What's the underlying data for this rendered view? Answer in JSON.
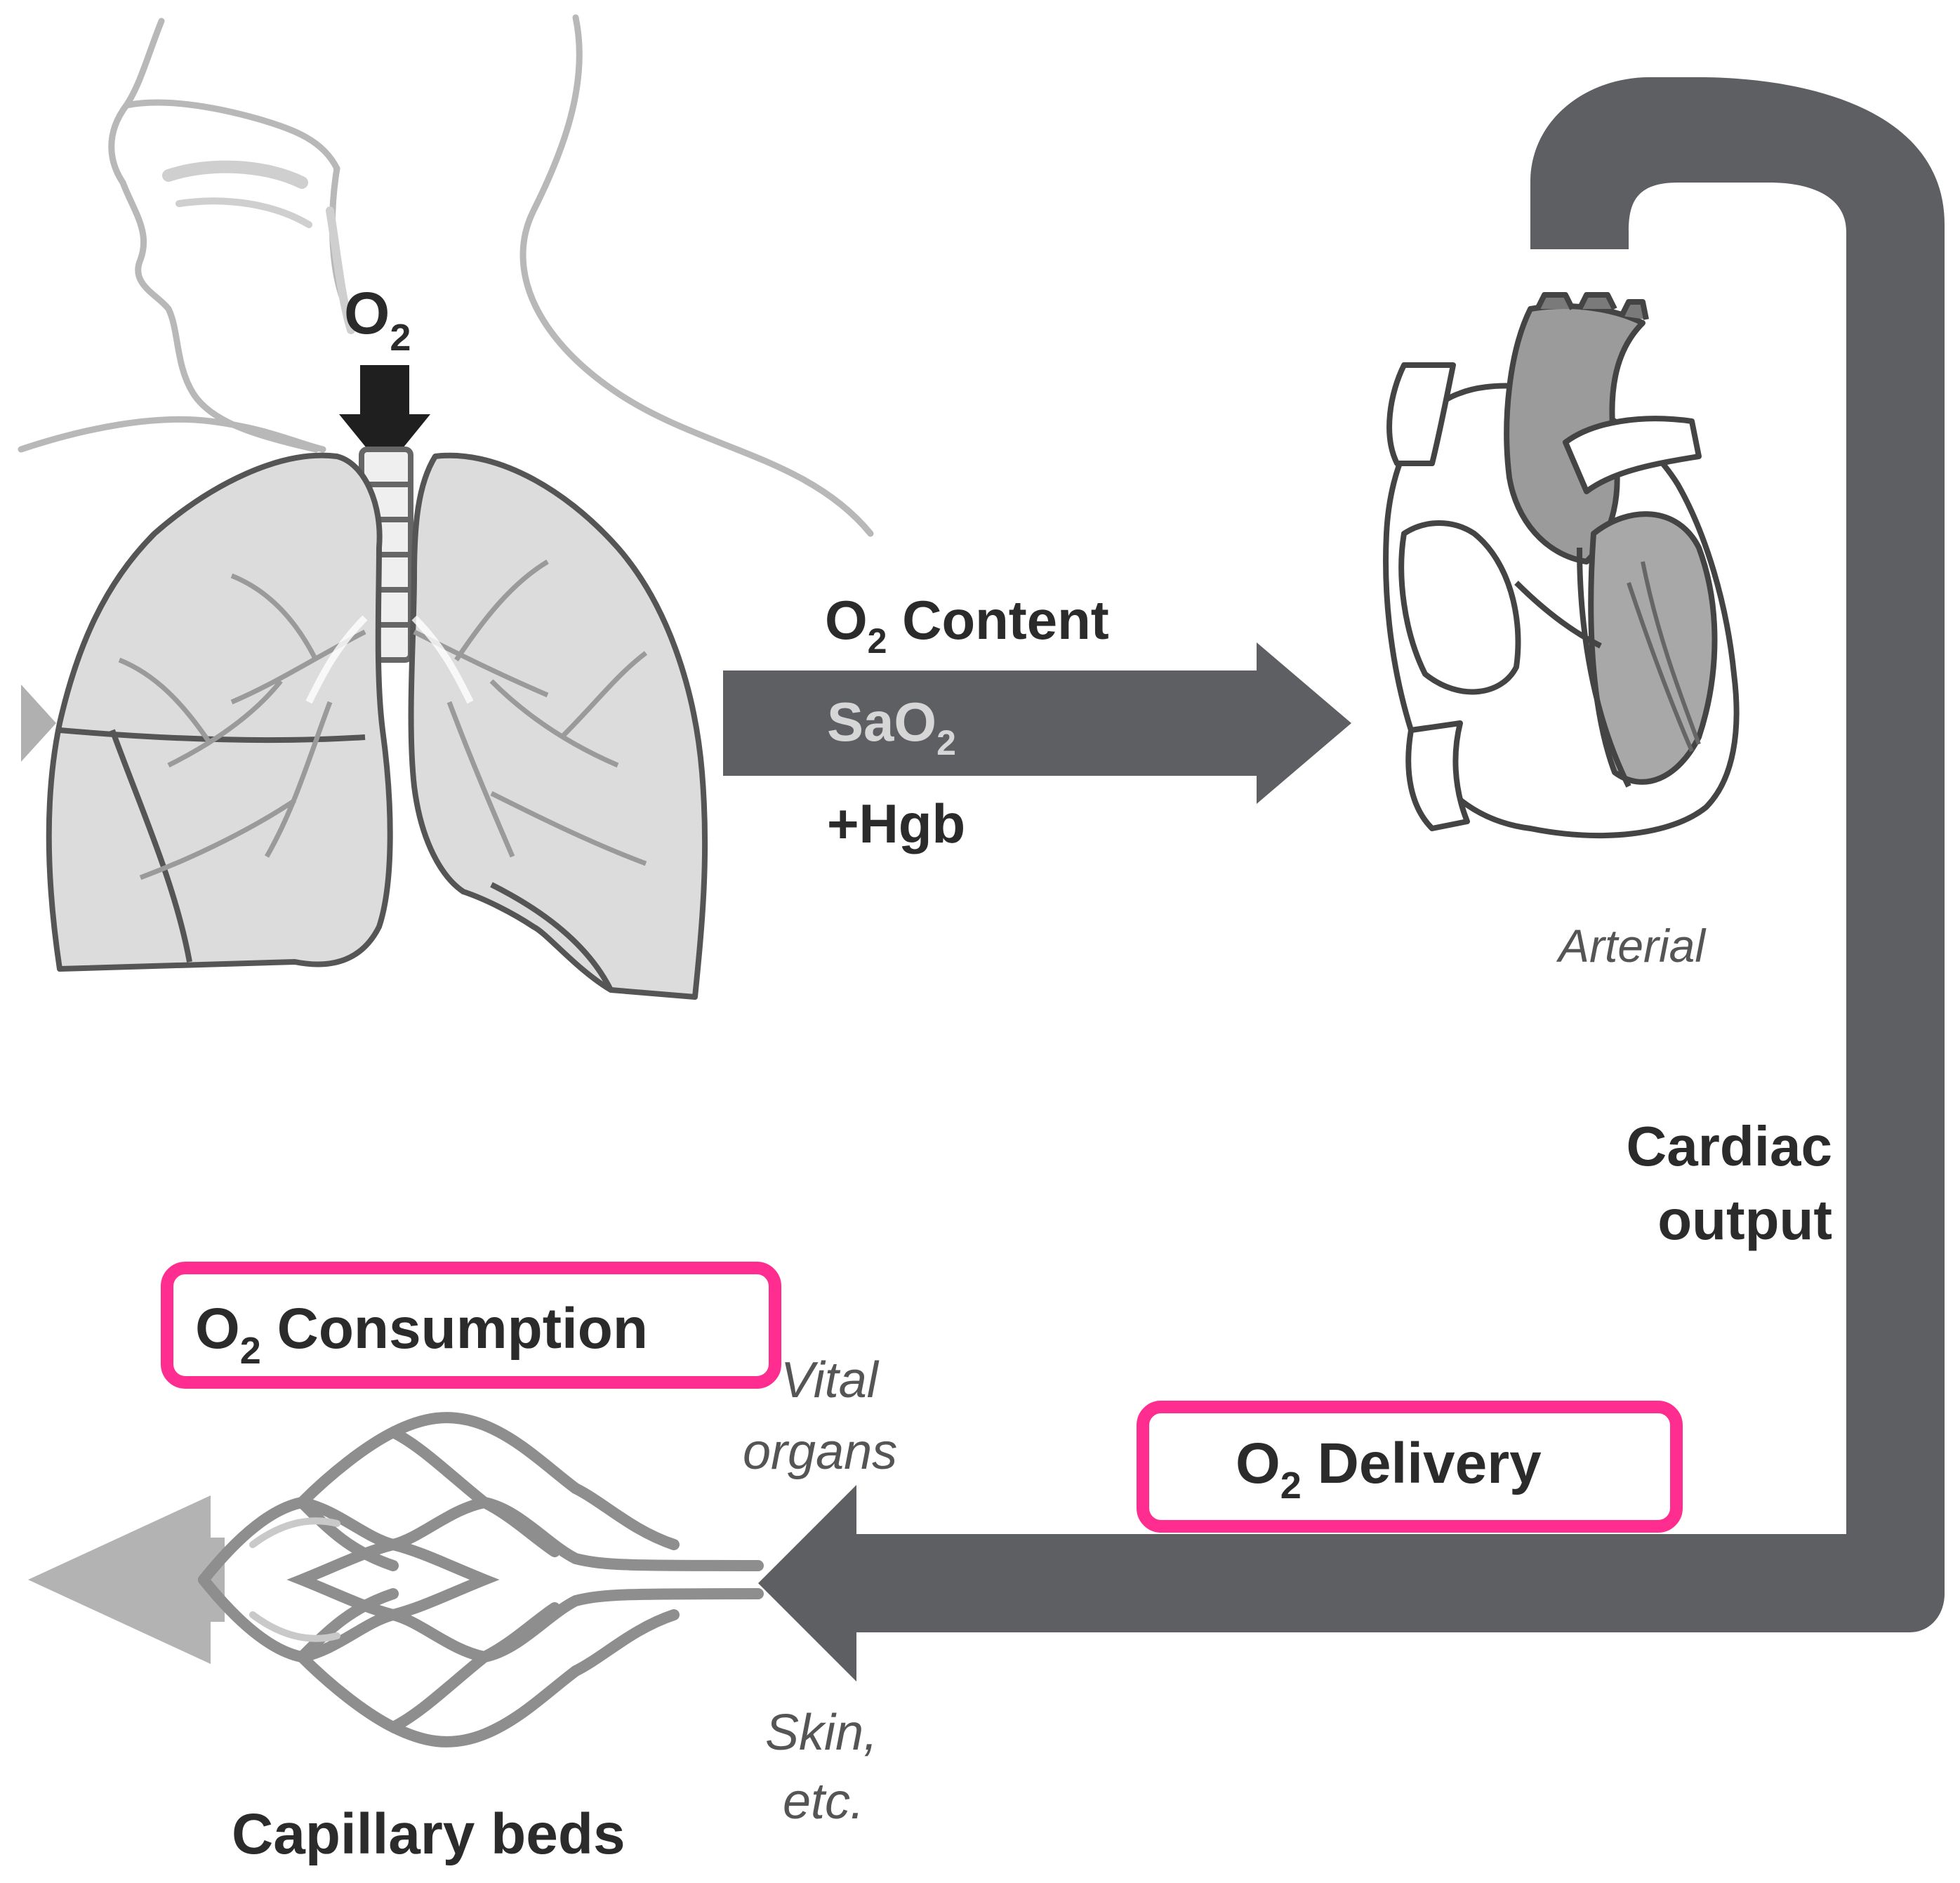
{
  "labels": {
    "o2_inhaled": "O",
    "o2_inhaled_sub": "2",
    "o2_content_prefix": "O",
    "o2_content_sub": "2",
    "o2_content_text": " Content",
    "sao2_prefix": "SaO",
    "sao2_sub": "2",
    "hgb": "+Hgb",
    "arterial": "Arterial",
    "cardiac_output_line1": "Cardiac",
    "cardiac_output_line2": "output",
    "o2_consumption_prefix": "O",
    "o2_consumption_sub": "2",
    "o2_consumption_text": " Consumption",
    "o2_delivery_prefix": "O",
    "o2_delivery_sub": "2",
    "o2_delivery_text": " Delivery",
    "vital_organs_line1": "Vital",
    "vital_organs_line2": "organs",
    "skin_line1": "Skin,",
    "skin_line2": "etc.",
    "capillary_beds": "Capillary beds"
  },
  "colors": {
    "highlight_box": "#ff2d8f",
    "flow_arrow": "#5e5f62",
    "flow_arrow_light": "#b3b3b3",
    "outline": "#555555",
    "lung_fill": "#dcdcdc",
    "text_dark": "#2b2b2b"
  },
  "icons": [
    "head-outline-icon",
    "lungs-icon",
    "heart-icon",
    "capillary-network-icon",
    "down-arrow-icon"
  ]
}
